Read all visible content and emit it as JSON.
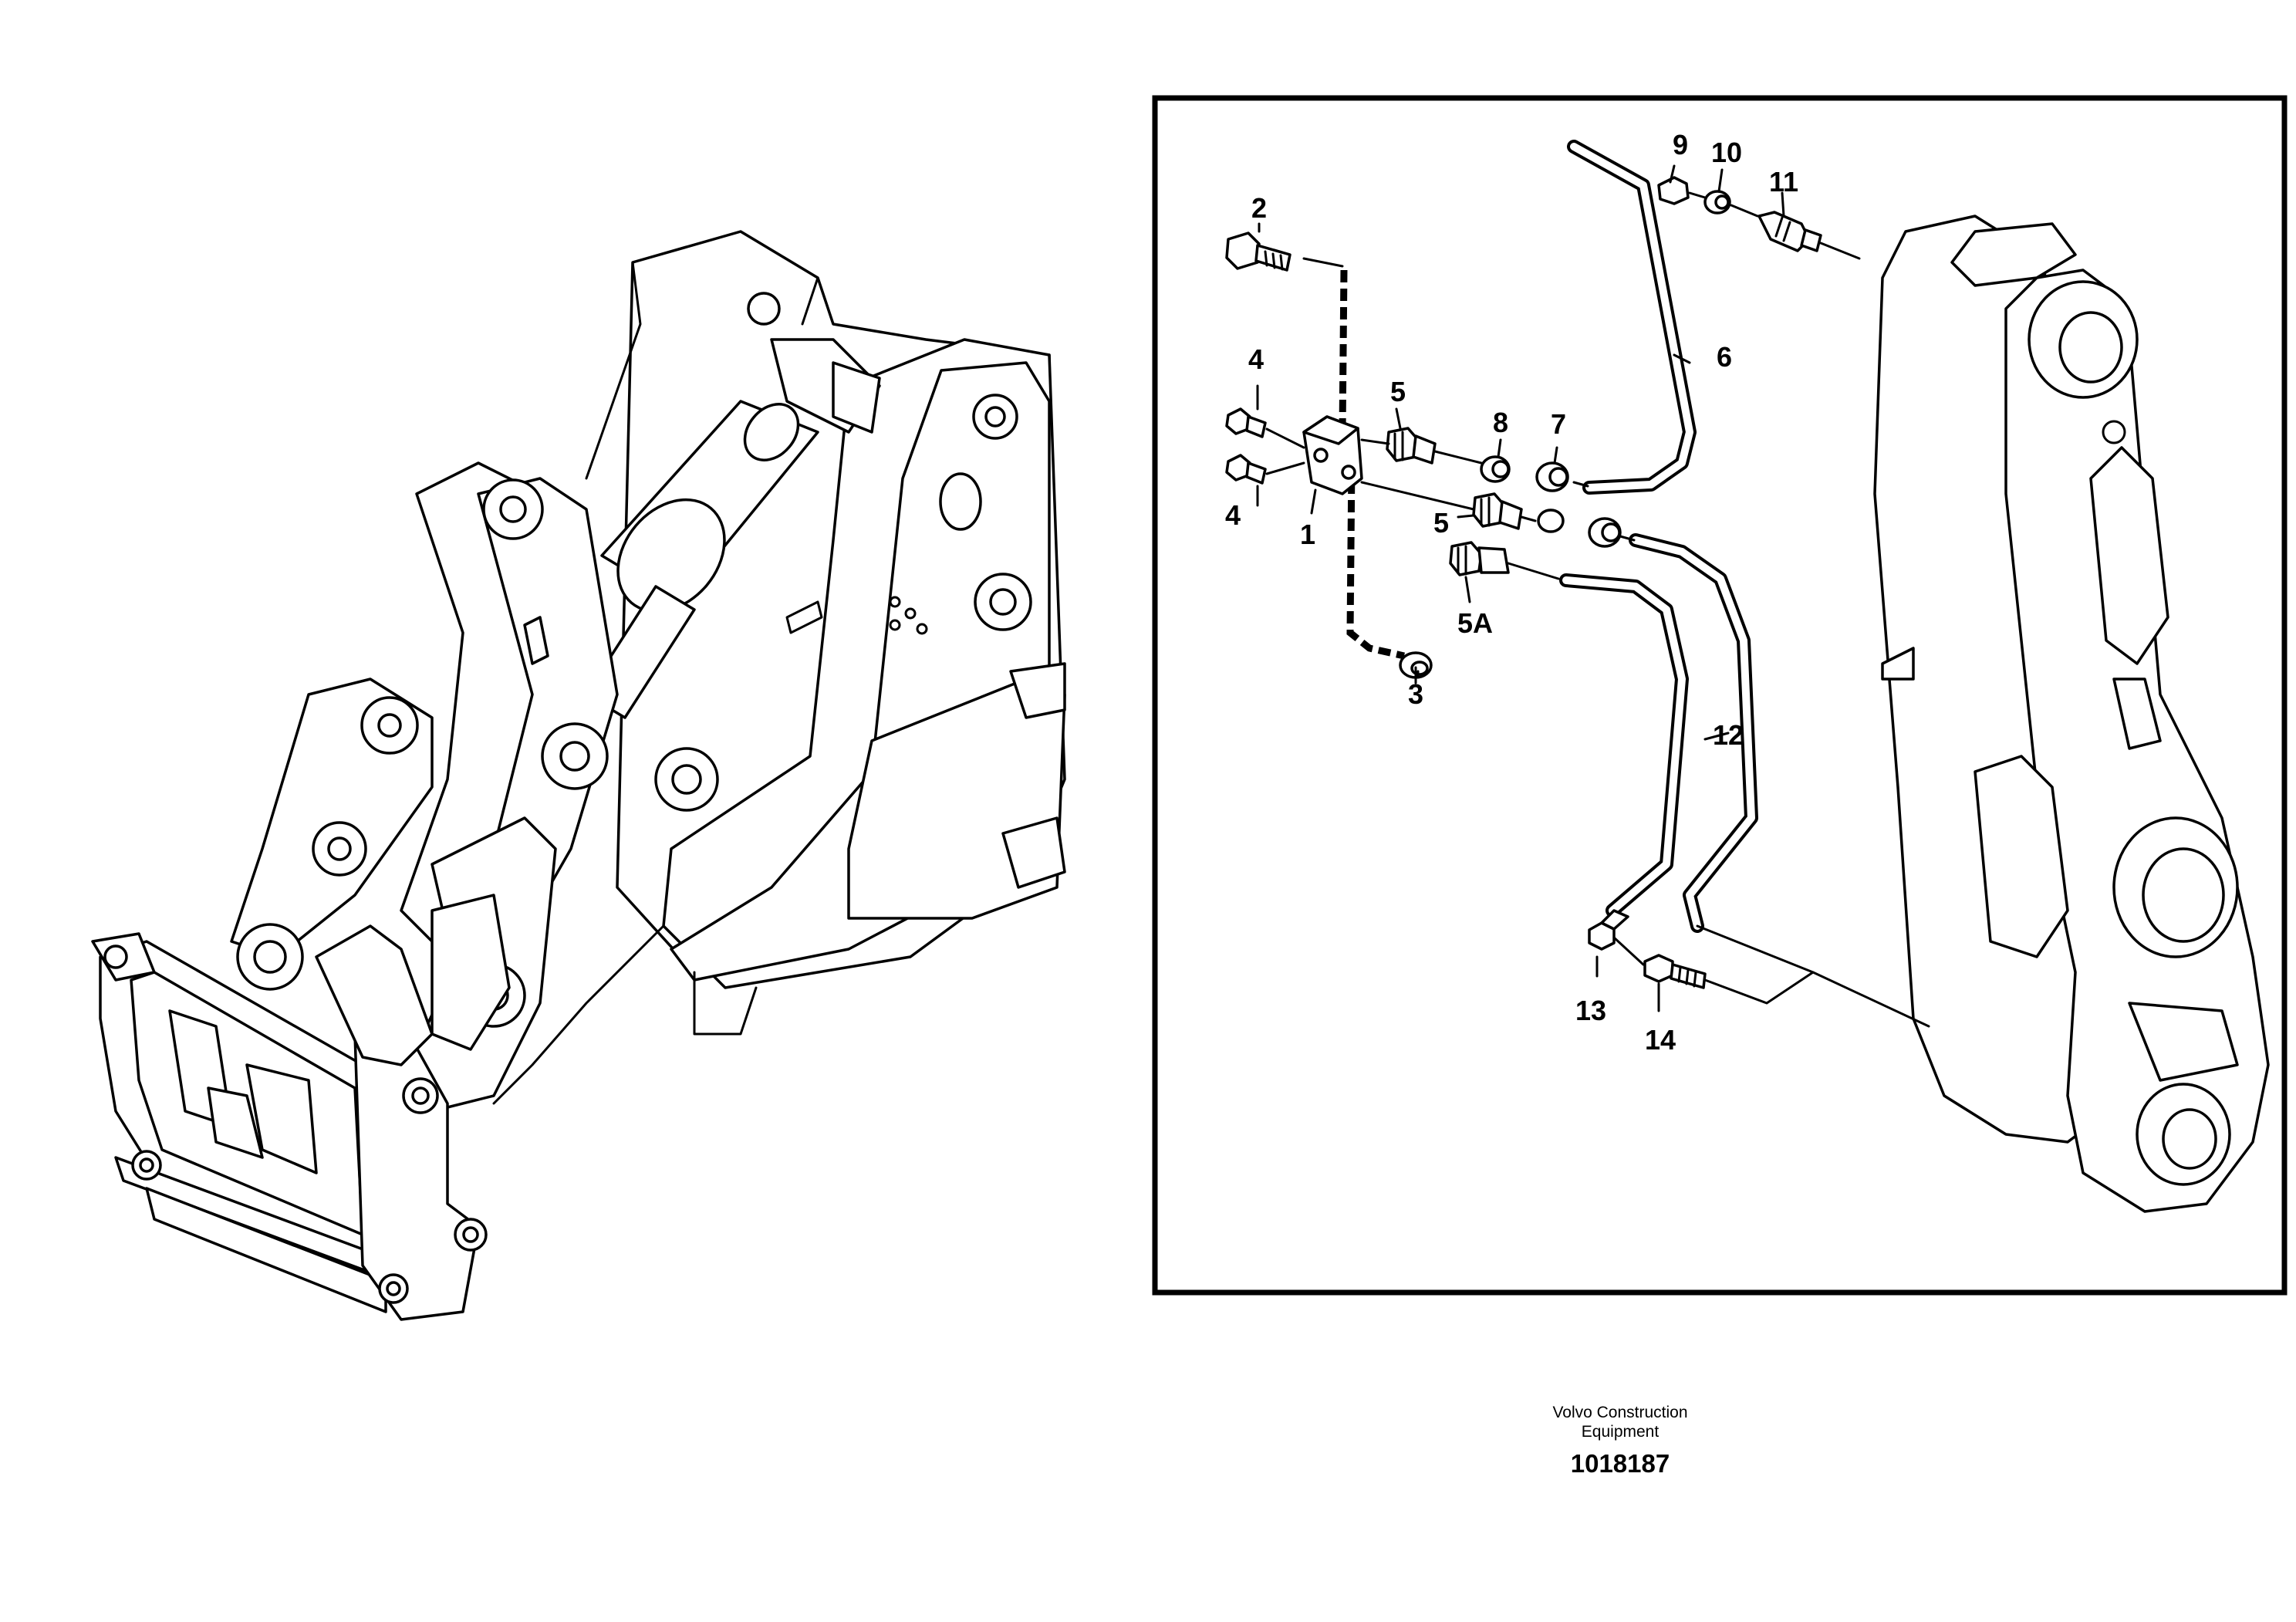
{
  "callouts": {
    "c1": "1",
    "c2": "2",
    "c3": "3",
    "c4a": "4",
    "c4b": "4",
    "c5a": "5",
    "c5b": "5",
    "c5A": "5A",
    "c6": "6",
    "c7": "7",
    "c8": "8",
    "c9": "9",
    "c10": "10",
    "c11": "11",
    "c12": "12",
    "c13": "13",
    "c14": "14"
  },
  "footer": {
    "brand_line1": "Volvo Construction",
    "brand_line2": "Equipment",
    "doc_number": "1018187"
  }
}
